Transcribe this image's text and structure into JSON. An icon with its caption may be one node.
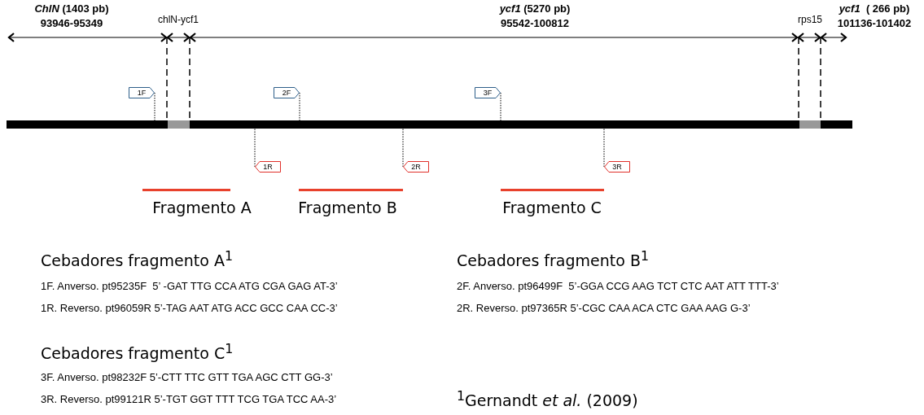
{
  "diagram": {
    "nodes": [
      {
        "text": [
          "1F"
        ]
      },
      {
        "text": [
          "2F"
        ]
      },
      {
        "text": [
          "3F"
        ]
      },
      {
        "text": [
          "1R"
        ]
      },
      {
        "text": [
          "2R"
        ]
      },
      {
        "text": [
          "3R"
        ]
      }
    ],
    "edges": [
      {
        "from": 0,
        "to": null,
        "arrow": "none",
        "style": "dashed"
      },
      {
        "from": 1,
        "to": null,
        "arrow": "none",
        "style": "dashed"
      },
      {
        "from": 2,
        "to": null,
        "arrow": "none",
        "style": "dashed"
      },
      {
        "from": 3,
        "to": null,
        "arrow": "none",
        "style": "dashed"
      },
      {
        "from": 4,
        "to": null,
        "arrow": "none",
        "style": "dashed"
      },
      {
        "from": 5,
        "to": null,
        "arrow": "none",
        "style": "dashed"
      }
    ],
    "labels": [
      "*ChlN* (1403 pb)",
      "93946-95349",
      "chlN-ycf1",
      "*ycf1* (5270 pb)",
      "95542-100812",
      "rps15",
      "*ycf1*  ( 266 pb)",
      "101136-101402",
      "Fragmento A",
      "Fragmento B",
      "Fragmento C",
      "Cebadores fragmento A$^{1}$",
      "Cebadores fragmento B$^{1}$",
      "1F. Anverso. pt95235F  5’ -GAT TTG CCA ATG CGA GAG AT-3’",
      "2F. Anverso. pt96499F  5’-GGA CCG AAG TCT CTC AAT ATT TTT-3’",
      "1R. Reverso. pt96059R 5’-TAG AAT ATG ACC GCC CAA CC-3’",
      "2R. Reverso. pt97365R 5’-CGC CAA ACA CTC GAA AAG G-3’",
      "Cebadores fragmento C$^{1}$",
      "3F. Anverso. pt98232F 5’-CTT TTC GTT TGA AGC CTT GG-3’",
      "3R. Reverso. pt99121R 5’-TGT GGT TTT TCG TGA TCC AA-3’",
      "$^{1}$Gernandt *et al.* (2009)"
    ]
  }
}
